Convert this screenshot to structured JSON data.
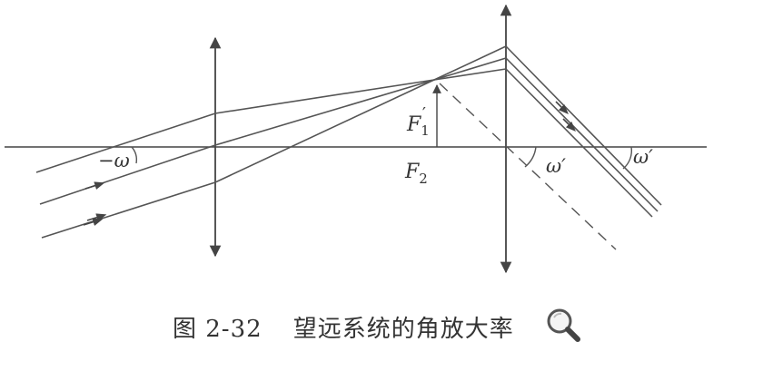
{
  "diagram": {
    "labels": {
      "minus_omega": "−ω",
      "f1_prime": "F",
      "f1_sub": "1",
      "f1_mark": "′",
      "f2": "F",
      "f2_sub": "2",
      "omega_prime_center": "ω′",
      "omega_prime_right": "ω′"
    }
  },
  "caption": {
    "figure_number": "图 2-32",
    "title": "望远系统的角放大率"
  },
  "icons": {
    "zoom": "magnifier-icon"
  },
  "colors": {
    "line": "#555555",
    "axis": "#444444"
  }
}
